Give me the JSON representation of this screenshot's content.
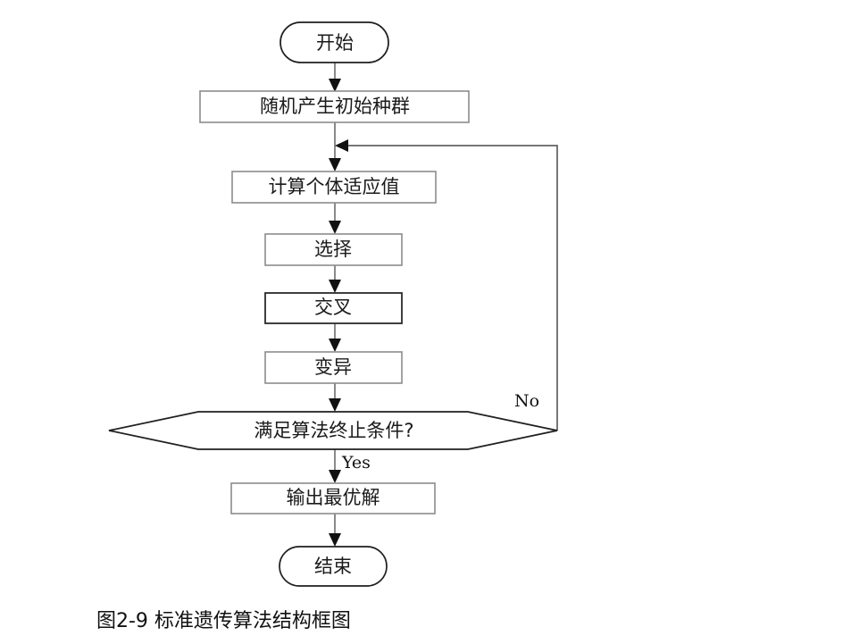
{
  "diagram": {
    "caption": "图2-9  标准遗传算法结构框图",
    "nodes": {
      "start": "开始",
      "init_population": "随机产生初始种群",
      "fitness": "计算个体适应值",
      "selection": "选择",
      "crossover": "交叉",
      "mutation": "变异",
      "decision": "满足算法终止条件?",
      "output": "输出最优解",
      "end": "结束"
    },
    "branch_labels": {
      "no": "No",
      "yes": "Yes"
    },
    "colors": {
      "background": "#ffffff",
      "box_stroke": "#8c8c8c",
      "box_stroke_dark": "#2a2a2a",
      "terminal_stroke": "#1f1f1f",
      "connector": "#8a8a8a",
      "arrow_head": "#111111",
      "text": "#1a1a1a"
    }
  }
}
